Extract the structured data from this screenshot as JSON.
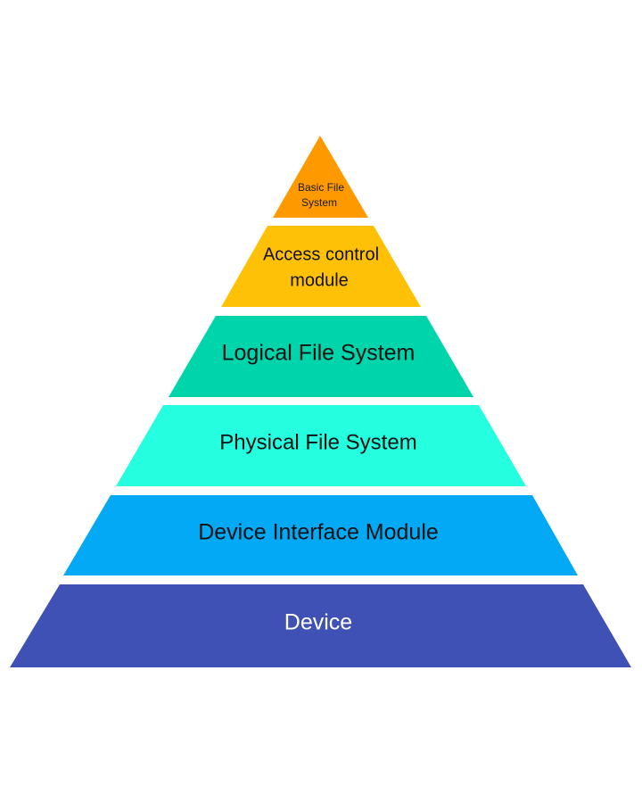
{
  "diagram": {
    "type": "pyramid",
    "levels": [
      {
        "label_lines": [
          "Basic File",
          "System"
        ],
        "color": "#FF9900",
        "text_color": "#1a1a1a"
      },
      {
        "label_lines": [
          "Access control",
          "module"
        ],
        "color": "#FFC107",
        "text_color": "#111111"
      },
      {
        "label_lines": [
          "Logical File System"
        ],
        "color": "#00D4AA",
        "text_color": "#111111"
      },
      {
        "label_lines": [
          "Physical File System"
        ],
        "color": "#26FFDF",
        "text_color": "#111111"
      },
      {
        "label_lines": [
          "Device Interface Module"
        ],
        "color": "#03A9F4",
        "text_color": "#111111"
      },
      {
        "label_lines": [
          "Device"
        ],
        "color": "#3F51B5",
        "text_color": "#ffffff"
      }
    ]
  }
}
